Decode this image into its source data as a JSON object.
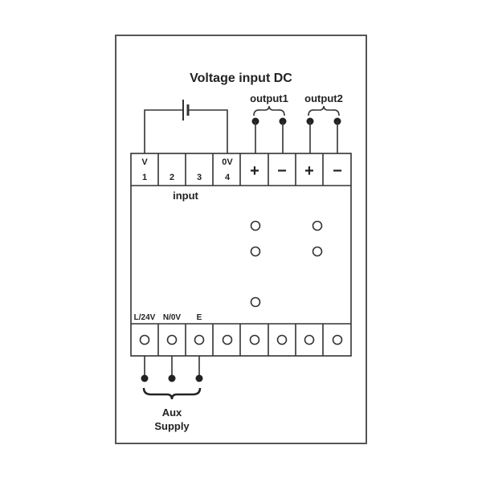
{
  "title": "Voltage input DC",
  "input_label": "input",
  "top_terminals": [
    {
      "top": "V",
      "bottom": "1"
    },
    {
      "top": "",
      "bottom": "2"
    },
    {
      "top": "",
      "bottom": "3"
    },
    {
      "top": "0V",
      "bottom": "4"
    },
    {
      "symbol": "+"
    },
    {
      "symbol": "−"
    },
    {
      "symbol": "+"
    },
    {
      "symbol": "−"
    }
  ],
  "outputs": [
    "output1",
    "output2"
  ],
  "bottom_labels": [
    "L/24V",
    "N/0V",
    "E"
  ],
  "aux_supply": [
    "Aux",
    "Supply"
  ],
  "colors": {
    "line": "#333333",
    "frame": "#555555"
  }
}
